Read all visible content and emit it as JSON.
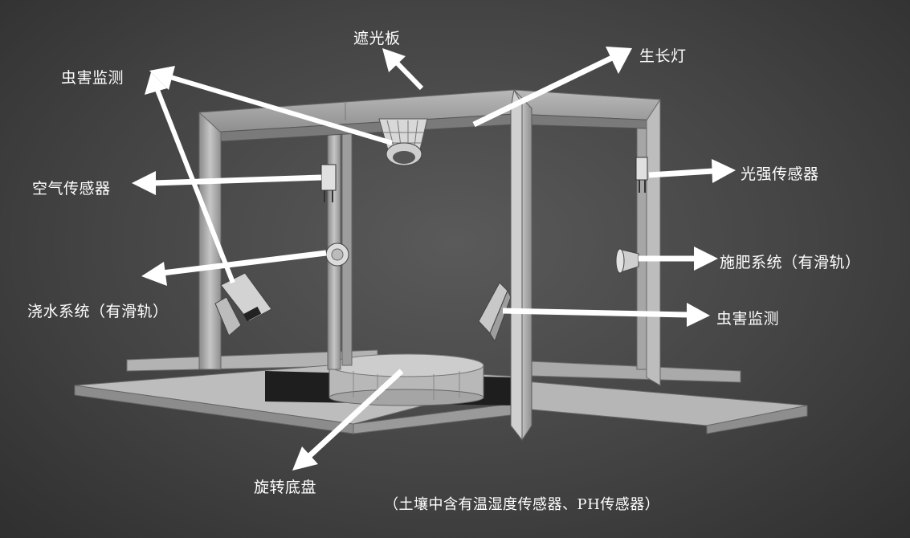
{
  "labels": {
    "shade_board": "遮光板",
    "grow_light": "生长灯",
    "pest_monitor_top": "虫害监测",
    "air_sensor": "空气传感器",
    "light_sensor": "光强传感器",
    "fertilizer_system": "施肥系统（有滑轨）",
    "watering_system": "浇水系统（有滑轨）",
    "pest_monitor_right": "虫害监测",
    "rotating_base": "旋转底盘",
    "soil_note": "（土壤中含有温湿度传感器、PH传感器）"
  }
}
